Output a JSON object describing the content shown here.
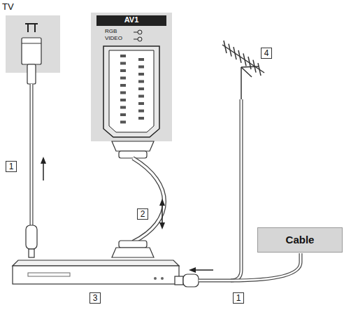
{
  "diagram": {
    "nodes": [
      {
        "text": [
          "AV1",
          "RGB",
          "VIDEO"
        ]
      },
      {
        "text": [
          "Cable"
        ]
      }
    ],
    "edges": [],
    "labels": [
      "TV",
      "1",
      "2",
      "3",
      "4",
      "1"
    ]
  }
}
